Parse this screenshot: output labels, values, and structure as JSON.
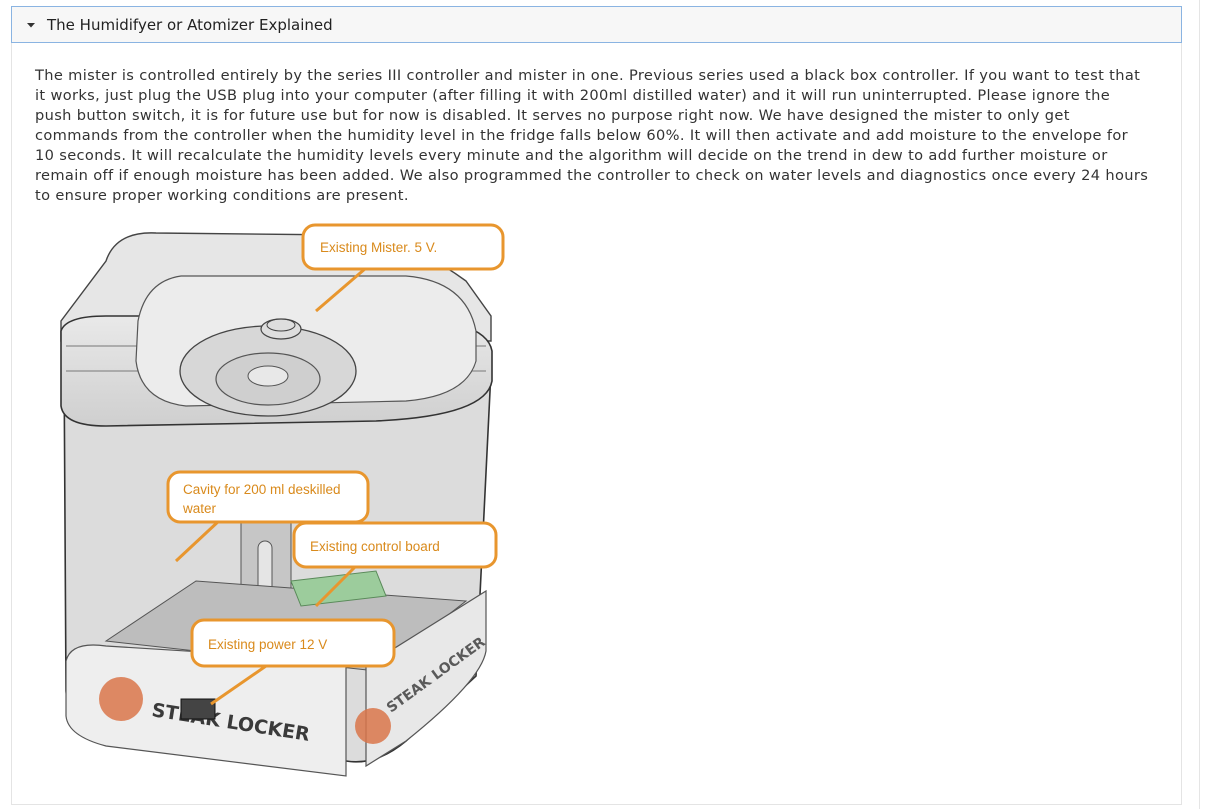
{
  "accordion": {
    "title": "The Humidifyer or Atomizer Explained",
    "expanded": true,
    "toggle_icon": "caret-down-icon",
    "body_text": "The mister is controlled entirely by the series III controller and mister in one. Previous series used a black box controller. If you want to test that it works, just plug the USB plug into your computer (after filling it with 200ml distilled water) and it will run uninterrupted. Please ignore the push button switch, it is for future use but for now is disabled. It serves no purpose right now. We have designed the mister to only get commands from the controller when the humidity level in the fridge  falls below 60%. It will then activate and add moisture to the envelope for 10 seconds. It will recalculate the humidity levels every minute and the algorithm will decide on the trend in dew to add further moisture or remain off if enough moisture has been added. We also programmed the controller to check on water levels and diagnostics once every 24 hours to ensure proper working conditions are present."
  },
  "figure": {
    "callouts": {
      "mister": "Existing Mister. 5 V.",
      "cavity_line1": "Cavity for 200 ml deskilled",
      "cavity_line2": "water",
      "control_board": "Existing control board",
      "power": "Existing power 12 V"
    },
    "brand_front": "STEAK LOCKER",
    "brand_side": "STEAK LOCKER",
    "callout_color": "#e8962e",
    "logo_color": "#d9764a"
  }
}
